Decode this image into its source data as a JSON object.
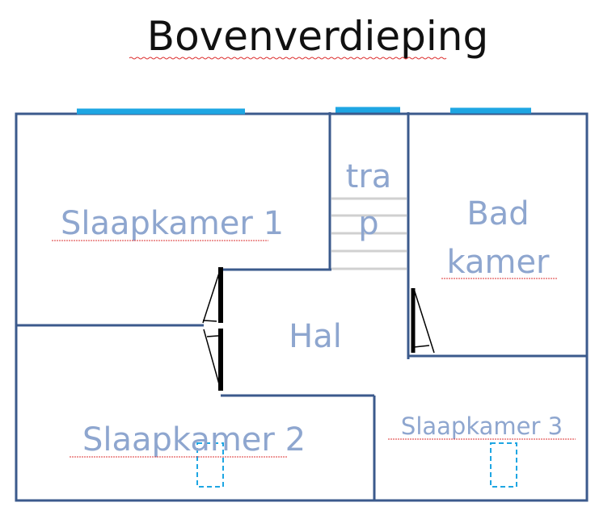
{
  "title": "Bovenverdieping",
  "rooms": {
    "slaapkamer1": "Slaapkamer 1",
    "trap_line1": "tra",
    "trap_line2": "p",
    "bad_line1": "Bad",
    "bad_line2": "kamer",
    "hal": "Hal",
    "slaapkamer2": "Slaapkamer 2",
    "slaapkamer3": "Slaapkamer 3"
  },
  "colors": {
    "wall": "#3b5a8c",
    "window": "#1ea6e3",
    "label": "#8ea6cf",
    "door": "#000000"
  }
}
